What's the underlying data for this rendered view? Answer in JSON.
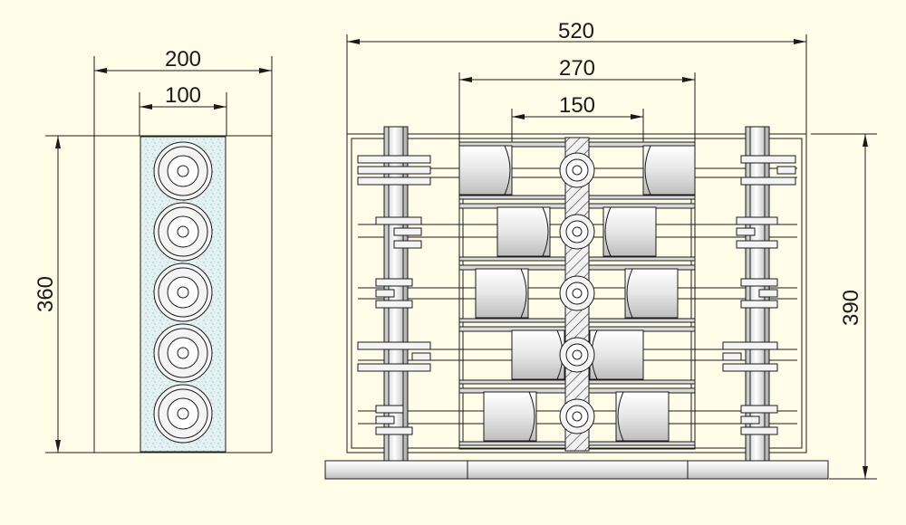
{
  "drawing": {
    "background": "#fffde7",
    "line_color": "#1a1a1a",
    "fill_metal": "#e8e8e8",
    "fill_speckle": "#b9dbe0"
  },
  "left_view": {
    "dims": {
      "overall_width": "200",
      "inner_width": "100",
      "height": "360"
    },
    "disc_count": 5
  },
  "right_view": {
    "dims": {
      "overall_width": "520",
      "inner_width": "270",
      "center_width": "150",
      "height": "390"
    },
    "tier_count": 5
  }
}
